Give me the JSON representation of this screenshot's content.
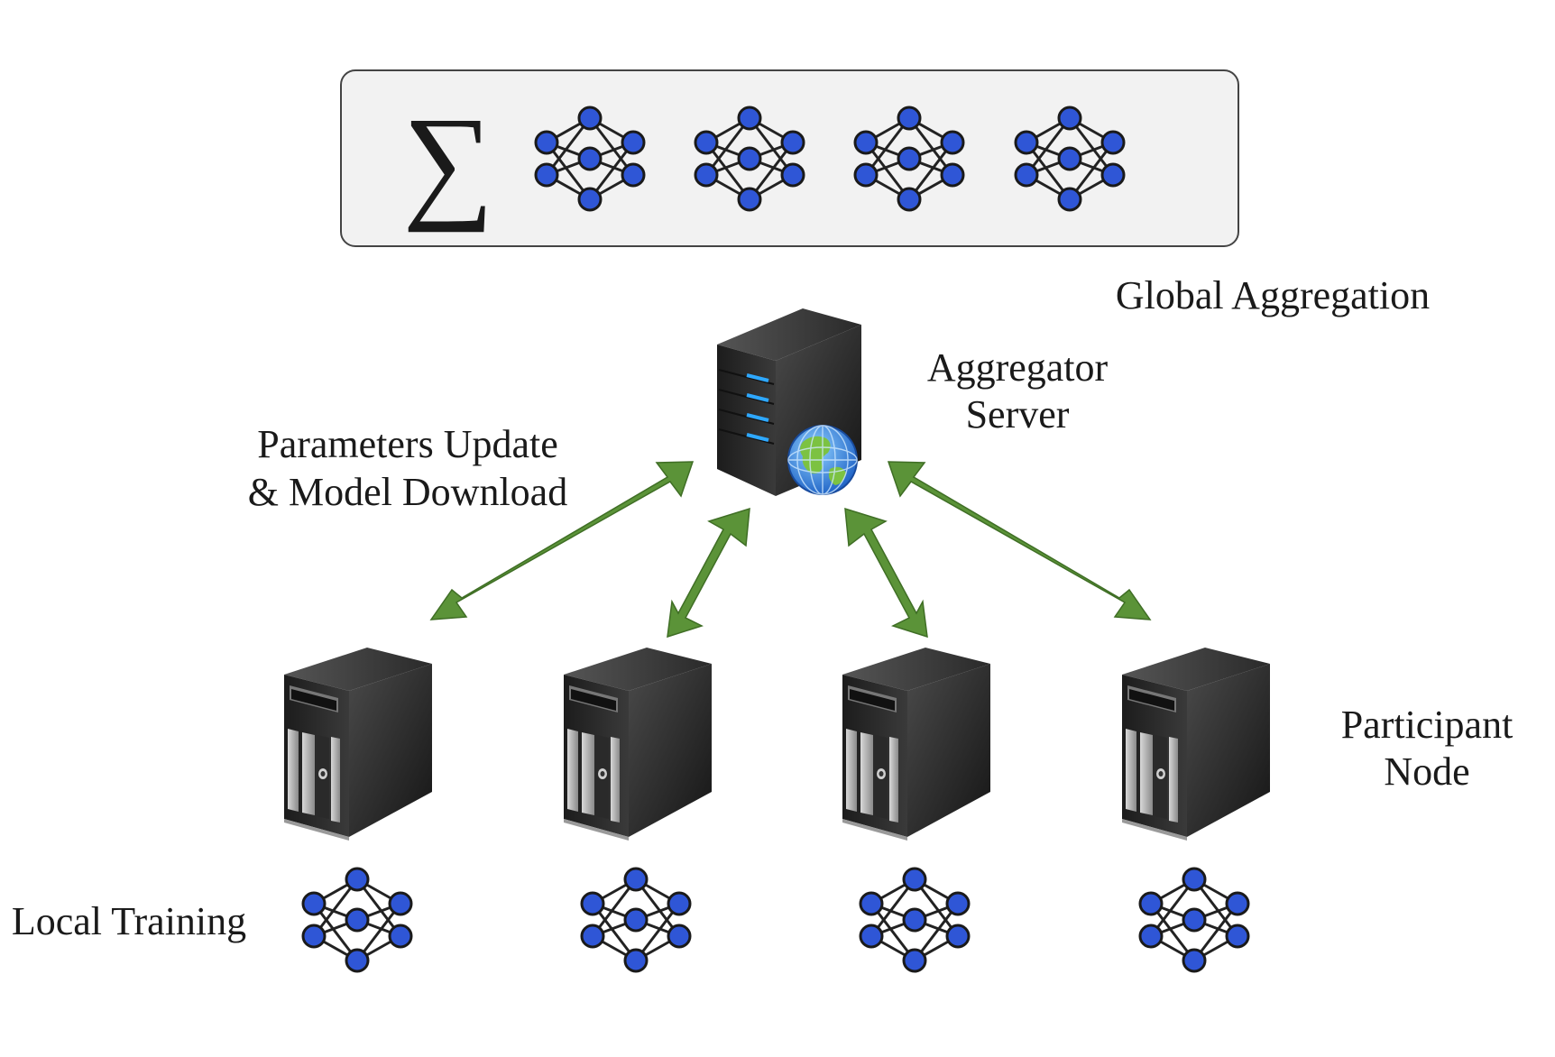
{
  "aggregation_box": {
    "symbol": "∑",
    "models": [
      "neural-network",
      "neural-network",
      "neural-network",
      "neural-network"
    ],
    "fill": "#f2f2f2",
    "stroke": "#444444"
  },
  "labels": {
    "global_aggregation": "Global Aggregation",
    "aggregator_line1": "Aggregator",
    "aggregator_line2": "Server",
    "params_line1": "Parameters Update",
    "params_line2": "& Model Download",
    "participant_line1": "Participant",
    "participant_line2": "Node",
    "local_training": "Local Training"
  },
  "aggregator_server": {
    "icon": "server-globe-icon"
  },
  "participant_nodes": [
    {
      "icon": "workstation-icon",
      "model": "neural-network"
    },
    {
      "icon": "workstation-icon",
      "model": "neural-network"
    },
    {
      "icon": "workstation-icon",
      "model": "neural-network"
    },
    {
      "icon": "workstation-icon",
      "model": "neural-network"
    }
  ],
  "colors": {
    "arrow": "#5b9338",
    "arrow_stroke": "#3f6e25",
    "nn_node": "#2f56d6",
    "nn_edge": "#222222",
    "server_body": "#2b2b2b",
    "server_led": "#2ea8ff",
    "globe_sea": "#2a78e0",
    "globe_land": "#7cc242"
  }
}
